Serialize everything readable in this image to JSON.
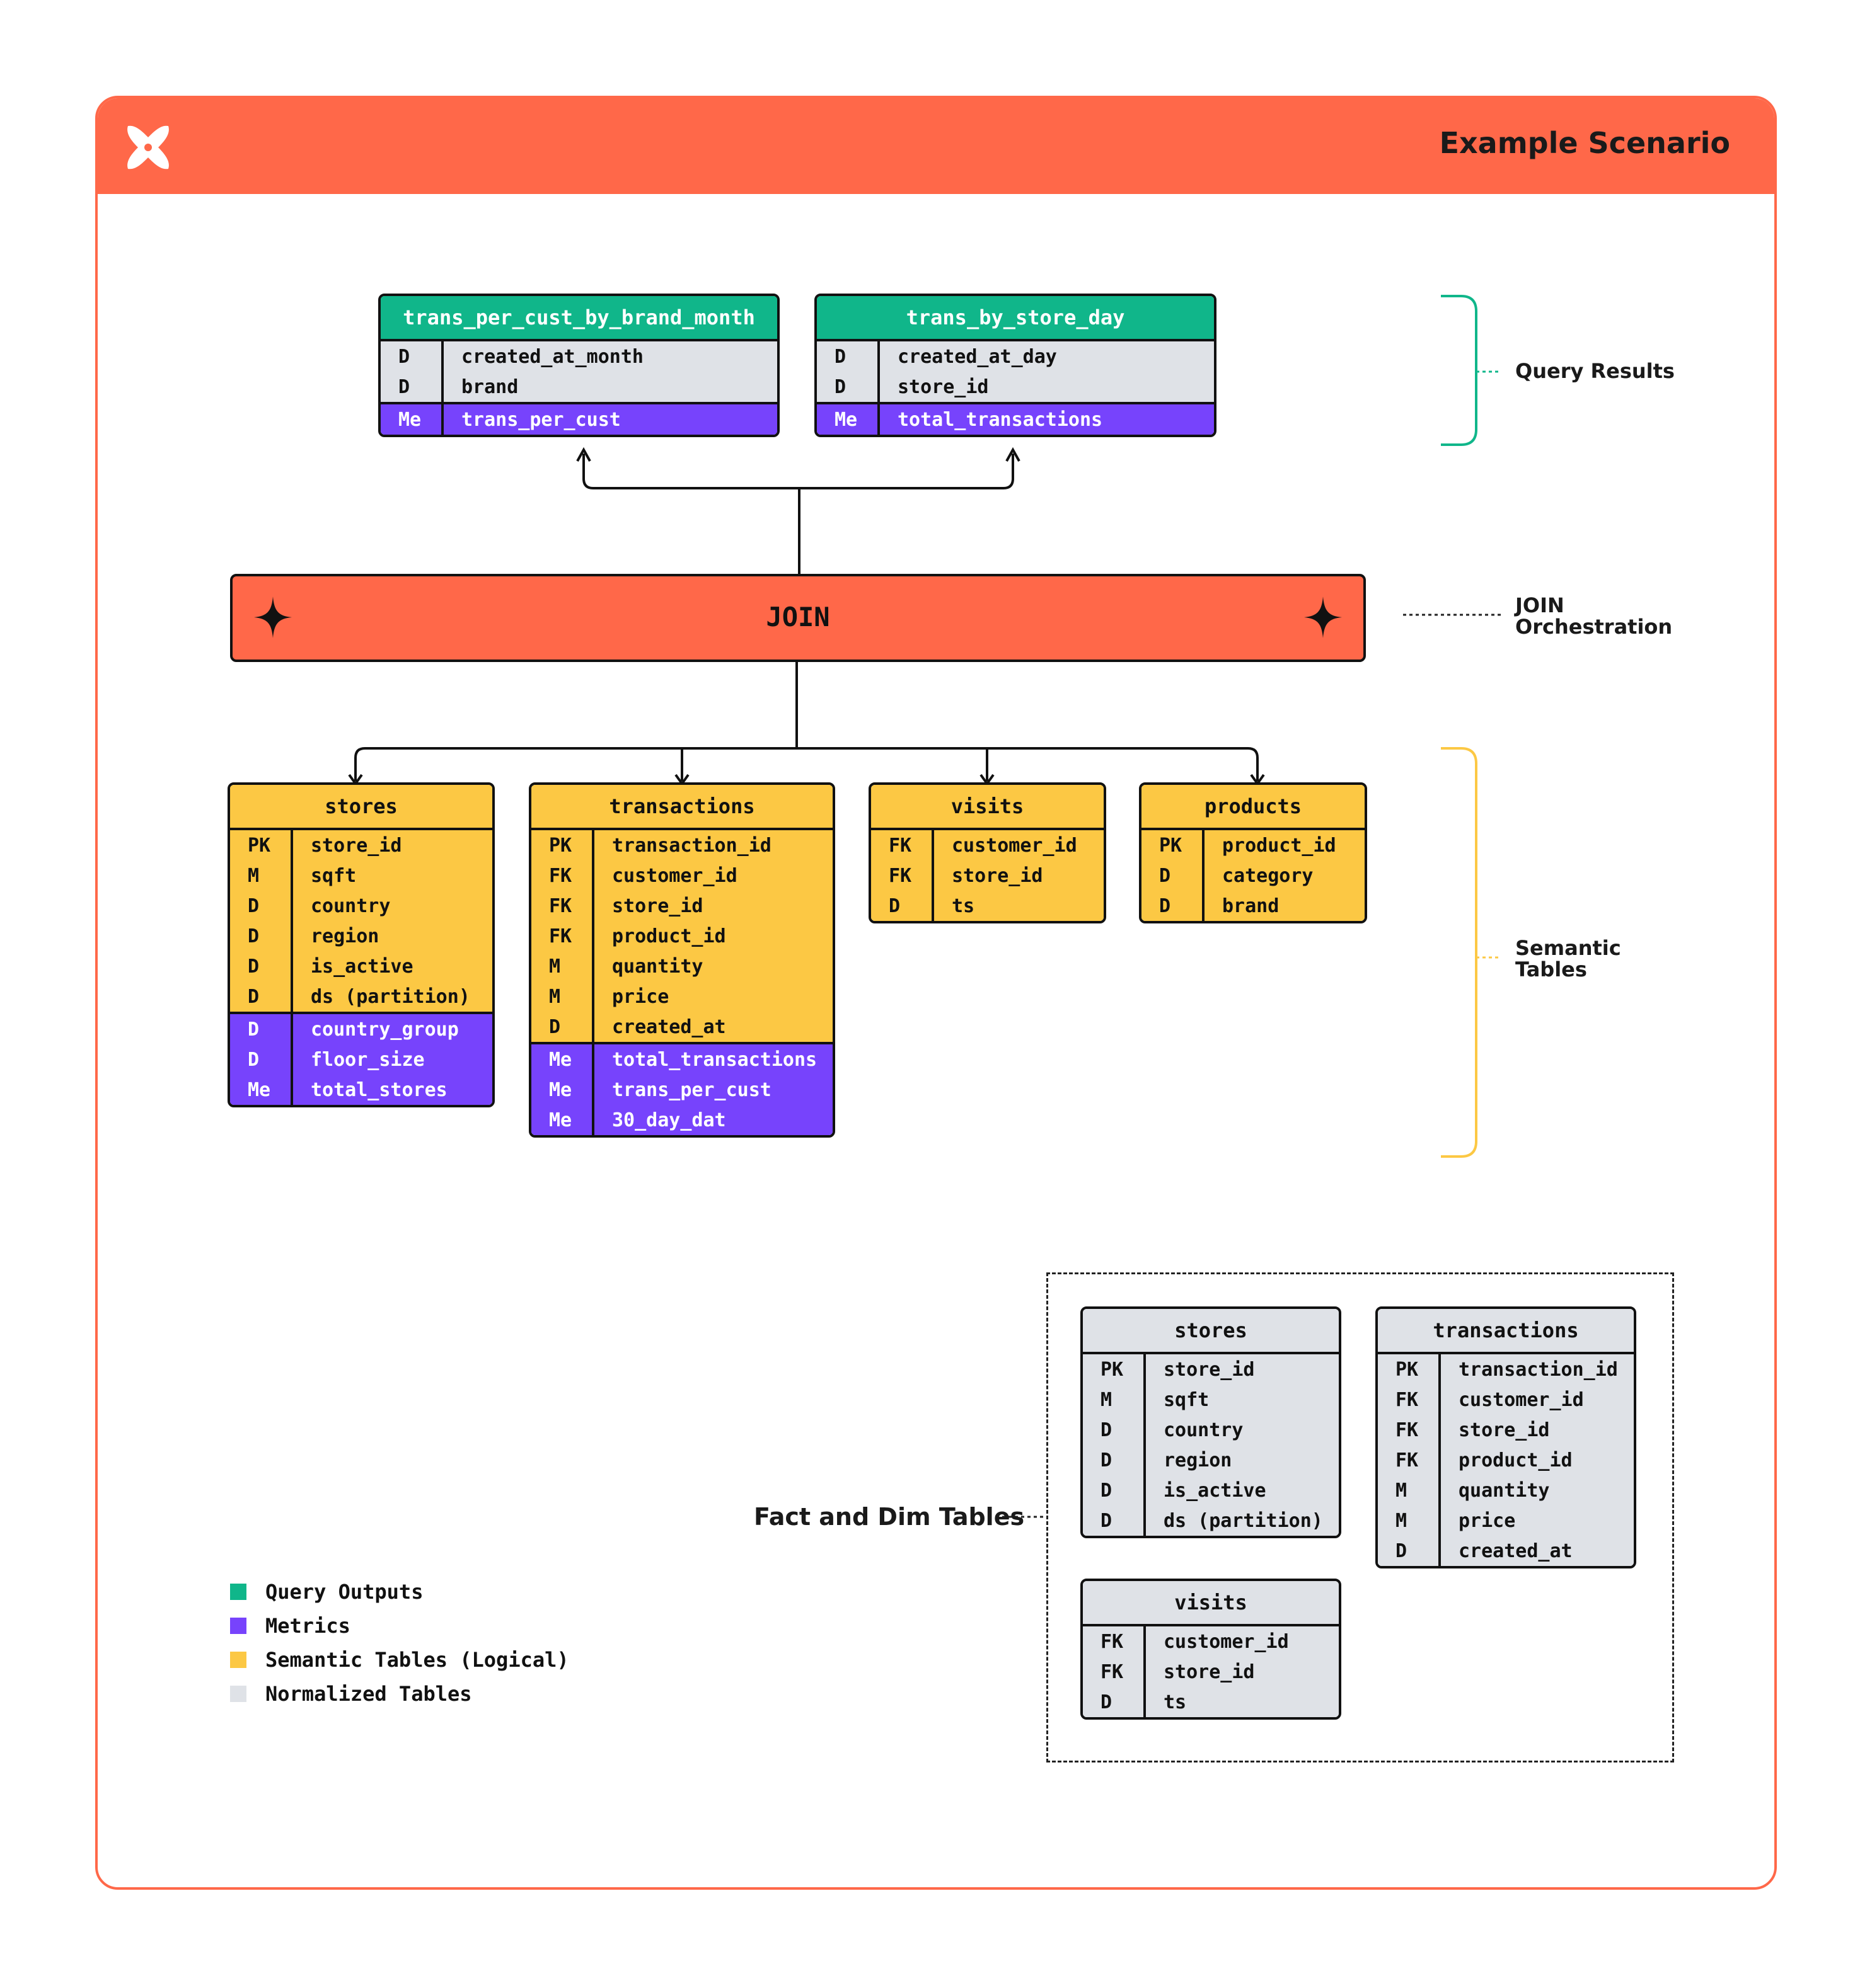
{
  "header": {
    "title": "Example Scenario",
    "accent_color": "#FF6849"
  },
  "colors": {
    "query_output": "#10B68A",
    "metric": "#7743FC",
    "semantic": "#FCC844",
    "normalized": "#DFE2E7"
  },
  "query_results": {
    "label": "Query Results",
    "tables": [
      {
        "name": "trans_per_cust_by_brand_month",
        "dims": [
          {
            "key": "D",
            "field": "created_at_month"
          },
          {
            "key": "D",
            "field": "brand"
          }
        ],
        "metrics": [
          {
            "key": "Me",
            "field": "trans_per_cust"
          }
        ]
      },
      {
        "name": "trans_by_store_day",
        "dims": [
          {
            "key": "D",
            "field": "created_at_day"
          },
          {
            "key": "D",
            "field": "store_id"
          }
        ],
        "metrics": [
          {
            "key": "Me",
            "field": "total_transactions"
          }
        ]
      }
    ]
  },
  "join": {
    "label": "JOIN",
    "side_label_1": "JOIN",
    "side_label_2": "Orchestration"
  },
  "semantic_tables": {
    "label_1": "Semantic",
    "label_2": "Tables",
    "tables": [
      {
        "name": "stores",
        "fields": [
          {
            "key": "PK",
            "field": "store_id"
          },
          {
            "key": "M",
            "field": "sqft"
          },
          {
            "key": "D",
            "field": "country"
          },
          {
            "key": "D",
            "field": "region"
          },
          {
            "key": "D",
            "field": "is_active"
          },
          {
            "key": "D",
            "field": "ds (partition)"
          }
        ],
        "metrics": [
          {
            "key": "D",
            "field": "country_group"
          },
          {
            "key": "D",
            "field": "floor_size"
          },
          {
            "key": "Me",
            "field": "total_stores"
          }
        ]
      },
      {
        "name": "transactions",
        "fields": [
          {
            "key": "PK",
            "field": "transaction_id"
          },
          {
            "key": "FK",
            "field": "customer_id"
          },
          {
            "key": "FK",
            "field": "store_id"
          },
          {
            "key": "FK",
            "field": "product_id"
          },
          {
            "key": "M",
            "field": "quantity"
          },
          {
            "key": "M",
            "field": "price"
          },
          {
            "key": "D",
            "field": "created_at"
          }
        ],
        "metrics": [
          {
            "key": "Me",
            "field": "total_transactions"
          },
          {
            "key": "Me",
            "field": "trans_per_cust"
          },
          {
            "key": "Me",
            "field": "30_day_dat"
          }
        ]
      },
      {
        "name": "visits",
        "fields": [
          {
            "key": "FK",
            "field": "customer_id"
          },
          {
            "key": "FK",
            "field": "store_id"
          },
          {
            "key": "D",
            "field": "ts"
          }
        ]
      },
      {
        "name": "products",
        "fields": [
          {
            "key": "PK",
            "field": "product_id"
          },
          {
            "key": "D",
            "field": "category"
          },
          {
            "key": "D",
            "field": "brand"
          }
        ]
      }
    ]
  },
  "fact_dim": {
    "label": "Fact and Dim Tables",
    "tables": [
      {
        "name": "stores",
        "fields": [
          {
            "key": "PK",
            "field": "store_id"
          },
          {
            "key": "M",
            "field": "sqft"
          },
          {
            "key": "D",
            "field": "country"
          },
          {
            "key": "D",
            "field": "region"
          },
          {
            "key": "D",
            "field": "is_active"
          },
          {
            "key": "D",
            "field": "ds (partition)"
          }
        ]
      },
      {
        "name": "transactions",
        "fields": [
          {
            "key": "PK",
            "field": "transaction_id"
          },
          {
            "key": "FK",
            "field": "customer_id"
          },
          {
            "key": "FK",
            "field": "store_id"
          },
          {
            "key": "FK",
            "field": "product_id"
          },
          {
            "key": "M",
            "field": "quantity"
          },
          {
            "key": "M",
            "field": "price"
          },
          {
            "key": "D",
            "field": "created_at"
          }
        ]
      },
      {
        "name": "visits",
        "fields": [
          {
            "key": "FK",
            "field": "customer_id"
          },
          {
            "key": "FK",
            "field": "store_id"
          },
          {
            "key": "D",
            "field": "ts"
          }
        ]
      }
    ]
  },
  "legend": [
    {
      "label": "Query Outputs",
      "color": "#10B68A"
    },
    {
      "label": "Metrics",
      "color": "#7743FC"
    },
    {
      "label": "Semantic Tables (Logical)",
      "color": "#FCC844"
    },
    {
      "label": "Normalized Tables",
      "color": "#DFE2E7"
    }
  ]
}
